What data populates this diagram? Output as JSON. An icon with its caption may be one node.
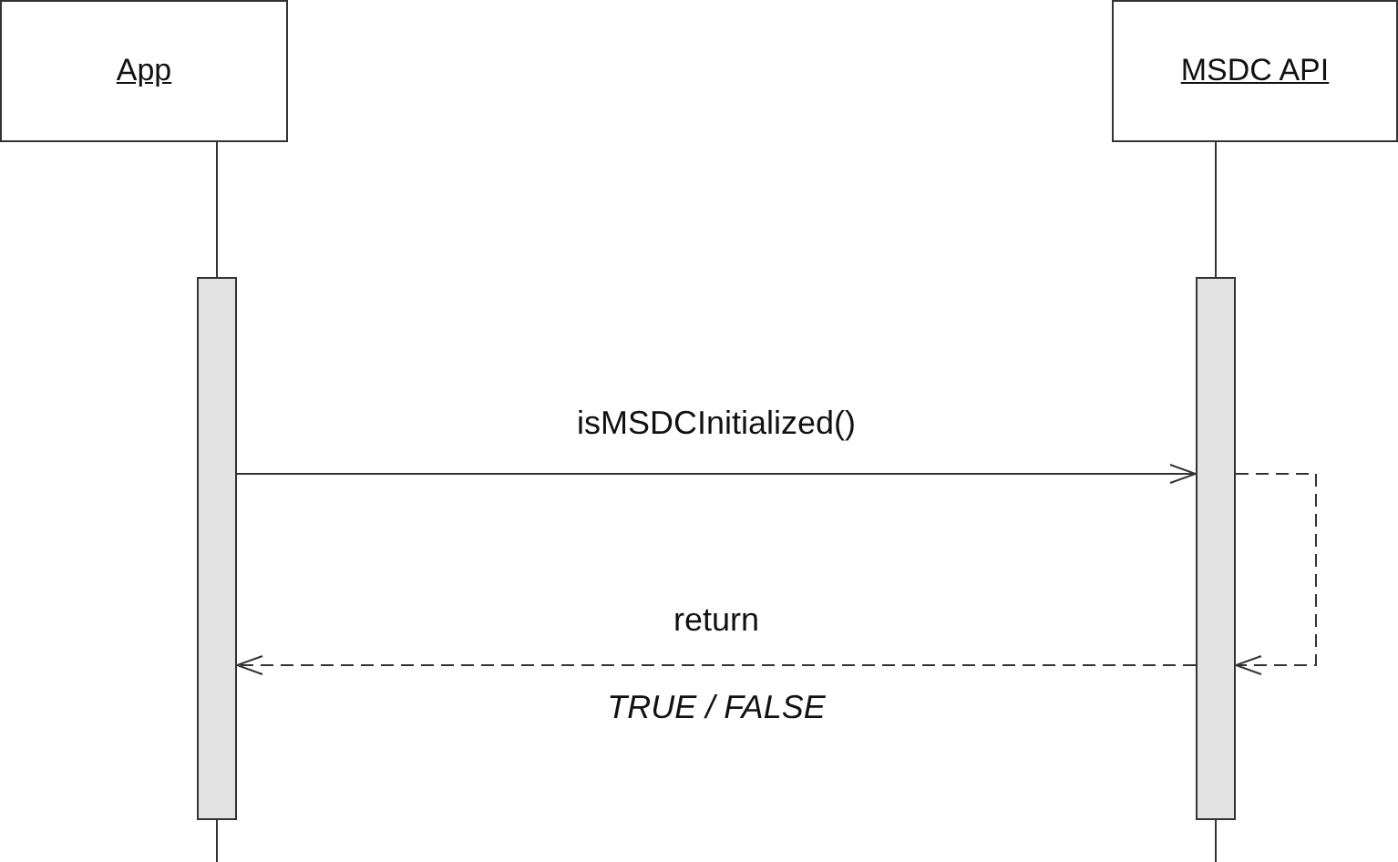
{
  "diagram": {
    "nodes": [
      {
        "text": [
          "App"
        ]
      },
      {
        "text": [
          "MSDC API"
        ]
      },
      {
        "text": [],
        "shape": "bar"
      },
      {
        "text": [],
        "shape": "bar"
      }
    ],
    "edges": [
      {
        "from": 0,
        "to": 2,
        "arrow": "none"
      },
      {
        "from": 1,
        "to": 3,
        "arrow": "none"
      },
      {
        "from": 2,
        "to": 3,
        "arrow": "to",
        "label": "isMSDCInitialized()"
      },
      {
        "from": 3,
        "to": 3,
        "arrow": "to",
        "style": "dashed"
      },
      {
        "from": 3,
        "to": 2,
        "arrow": "to",
        "style": "dashed",
        "label": "return"
      }
    ],
    "labels": [
      "TRUE / FALSE"
    ]
  }
}
